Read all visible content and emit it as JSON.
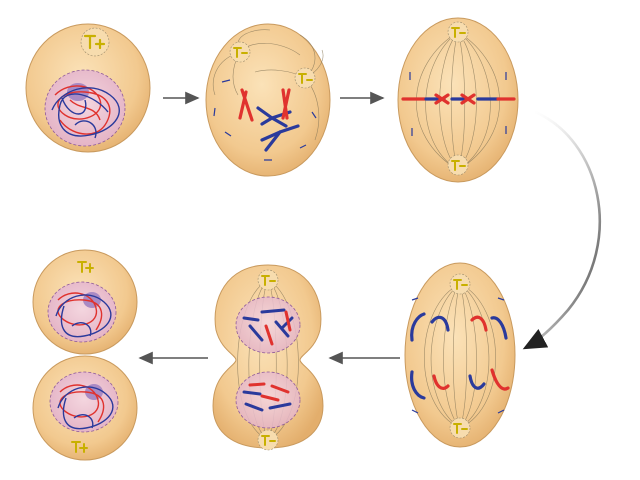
{
  "diagram": {
    "type": "cell-division-sequence",
    "stage_count": 6,
    "stages": [
      {
        "id": "stage-1",
        "shape": "round-cell",
        "nucleus": "intact",
        "chromatin": "tangled",
        "centrosome_count": 1
      },
      {
        "id": "stage-2",
        "shape": "oval-cell",
        "nucleus": "dissolving",
        "chromosomes": "condensed-pairs",
        "centrosome_count": 2
      },
      {
        "id": "stage-3",
        "shape": "oval-cell",
        "chromosomes": "aligned-at-equator",
        "centrosome_count": 2
      },
      {
        "id": "stage-4",
        "shape": "elongated-cell",
        "chromosomes": "separating-to-poles",
        "centrosome_count": 2
      },
      {
        "id": "stage-5",
        "shape": "pinching-cell",
        "nuclei": "reforming",
        "centrosome_count": 2
      },
      {
        "id": "stage-6",
        "shape": "two-daughter-cells",
        "nuclei": "intact",
        "centrosome_count": 2
      }
    ],
    "arrows": [
      {
        "from": "stage-1",
        "to": "stage-2",
        "style": "straight"
      },
      {
        "from": "stage-2",
        "to": "stage-3",
        "style": "straight"
      },
      {
        "from": "stage-3",
        "to": "stage-4",
        "style": "curved"
      },
      {
        "from": "stage-4",
        "to": "stage-5",
        "style": "straight"
      },
      {
        "from": "stage-5",
        "to": "stage-6",
        "style": "straight"
      }
    ]
  },
  "colors": {
    "background": "#ffffff",
    "cell_fill": "#f2c98f",
    "cell_stroke": "#c99a5e",
    "nucleus_fill": "#eec4d0",
    "nucleus_stroke": "#8e5a9a",
    "chromosome_red": "#e0322e",
    "chromosome_blue": "#2a3a9c",
    "centrosome": "#c8b000",
    "spindle": "#8a7a5a",
    "arrow": "#555555"
  }
}
